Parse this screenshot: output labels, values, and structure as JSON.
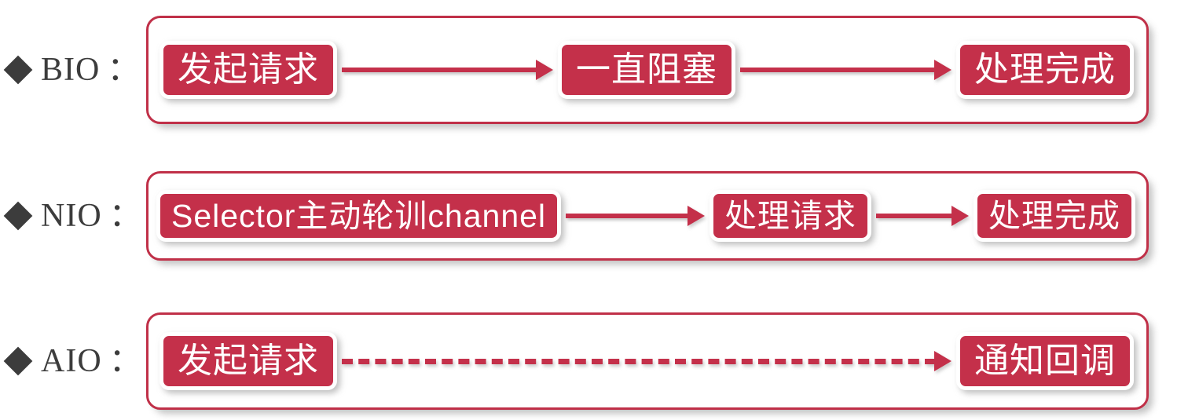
{
  "diagram": {
    "title": "BIO / NIO / AIO flow comparison",
    "bullet_icon": "diamond-bullet-icon",
    "colon": "：",
    "colors": {
      "node_red": "#C4304A",
      "border_red": "#C03048",
      "label_gray": "#3C3C3C",
      "background": "#FFFFFF"
    },
    "rows": [
      {
        "key": "bio",
        "label": "BIO",
        "arrow_style": "solid",
        "nodes": [
          "发起请求",
          "一直阻塞",
          "处理完成"
        ],
        "connectors": [
          "solid-arrow",
          "solid-arrow"
        ]
      },
      {
        "key": "nio",
        "label": "NIO",
        "arrow_style": "solid",
        "nodes": [
          "Selector主动轮训channel",
          "处理请求",
          "处理完成"
        ],
        "connectors": [
          "solid-arrow",
          "solid-arrow"
        ]
      },
      {
        "key": "aio",
        "label": "AIO",
        "arrow_style": "dashed",
        "nodes": [
          "发起请求",
          "通知回调"
        ],
        "connectors": [
          "dashed-arrow"
        ]
      }
    ]
  }
}
